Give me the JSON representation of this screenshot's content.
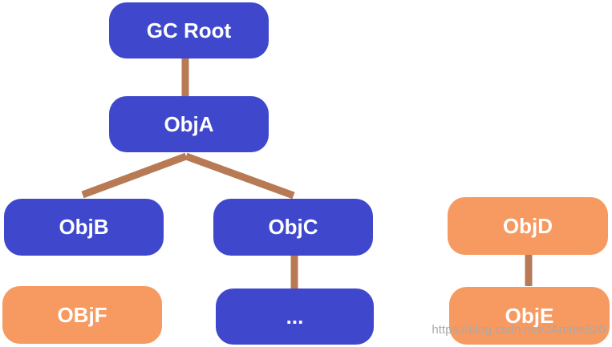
{
  "colors": {
    "reachable": "#3f48cc",
    "unreachable": "#f79a62",
    "connector": "#b87a54"
  },
  "nodes": {
    "gc_root": "GC Root",
    "obj_a": "ObjA",
    "obj_b": "ObjB",
    "obj_c": "ObjC",
    "obj_f": "OBjF",
    "more": "...",
    "obj_d": "ObjD",
    "obj_e": "ObjE"
  },
  "edges": [
    [
      "gc_root",
      "obj_a"
    ],
    [
      "obj_a",
      "obj_b"
    ],
    [
      "obj_a",
      "obj_c"
    ],
    [
      "obj_c",
      "more"
    ],
    [
      "obj_d",
      "obj_e"
    ]
  ],
  "watermark": "https://blog.csdn.net/JArchie520"
}
